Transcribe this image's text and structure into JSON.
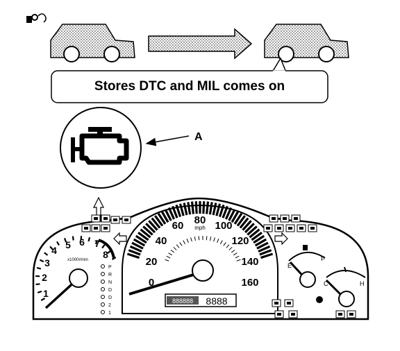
{
  "caption": "Stores DTC and MIL comes on",
  "callout_label": "A",
  "speedometer": {
    "ticks": [
      "0",
      "20",
      "40",
      "60",
      "80",
      "100",
      "120",
      "140",
      "160"
    ],
    "unit": "mph"
  },
  "tachometer": {
    "ticks": [
      "1",
      "2",
      "3",
      "4",
      "5",
      "6",
      "7",
      "8"
    ],
    "unit": "x1000r/min"
  },
  "gear_indicator": [
    "P",
    "R",
    "N",
    "D",
    "D",
    "2",
    "1"
  ],
  "odometer": "888888",
  "trip_meter": "8888",
  "fuel_gauge": {
    "empty": "E",
    "full": "F"
  },
  "temp_gauge": {
    "cold": "C",
    "hot": "H"
  }
}
